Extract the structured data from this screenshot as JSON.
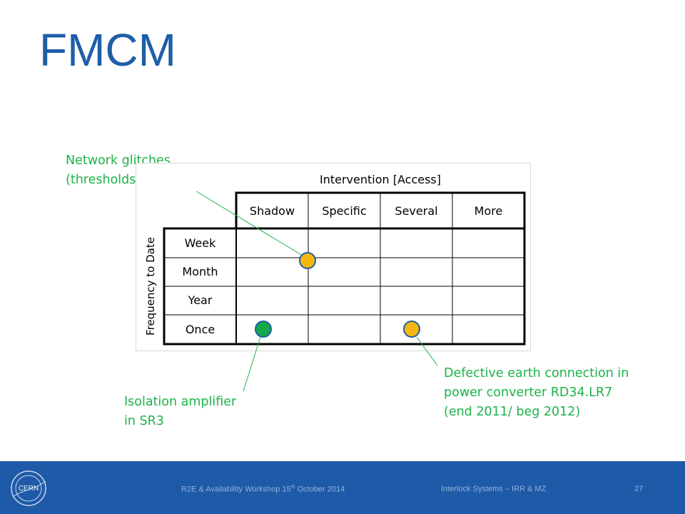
{
  "slide": {
    "title": "FMCM"
  },
  "matrix": {
    "header": "Intervention [Access]",
    "y_axis_label": "Frequency to Date",
    "columns": [
      "Shadow",
      "Specific",
      "Several",
      "More"
    ],
    "rows": [
      "Week",
      "Month",
      "Year",
      "Once"
    ],
    "markers": [
      {
        "name": "network-glitches",
        "color": "#f5b70f"
      },
      {
        "name": "isolation-amplifier",
        "color": "#13a84a"
      },
      {
        "name": "defective-earth",
        "color": "#f5b70f"
      }
    ]
  },
  "callouts": {
    "network": [
      "Network glitches",
      "(thresholds vs PC sensitivity)"
    ],
    "isolation": [
      "Isolation amplifier",
      "in SR3"
    ],
    "defective": [
      "Defective earth connection in",
      "power converter RD34.LR7",
      "(end 2011/ beg 2012)"
    ]
  },
  "colors": {
    "title": "#1f5ea8",
    "callout": "#1db34a",
    "footer": "#1f5aa8",
    "footer_text": "#8fb1dc"
  },
  "footer": {
    "left_text": "R2E & Availability Workshop 15",
    "left_sup": "th",
    "left_text_end": " October 2014",
    "center_text": "Interlock Systems – IRR & MZ",
    "page_number": "27",
    "logo_text": "CERN"
  }
}
